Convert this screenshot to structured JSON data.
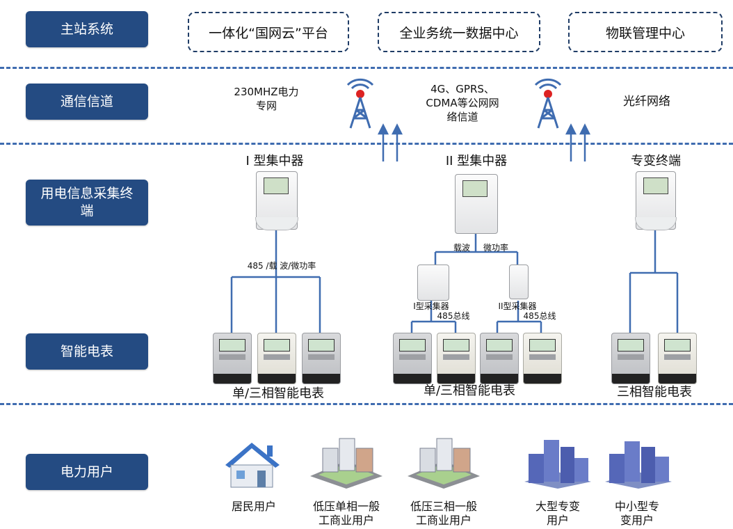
{
  "rows": {
    "master": "主站系统",
    "channel": "通信信道",
    "terminal": "用电信息采集终端",
    "meter": "智能电表",
    "users": "电力用户"
  },
  "master_items": [
    "一体化“国网云”平台",
    "全业务统一数据中心",
    "物联管理中心"
  ],
  "channel_items": {
    "private_net": "230MHZ电力\n专网",
    "public_net": "4G、GPRS、\nCDMA等公网网\n络信道",
    "fiber": "光纤网络"
  },
  "terminals": {
    "type1": "I 型集中器",
    "type2": "II 型集中器",
    "special": "专变终端"
  },
  "links": {
    "type1_link": "485 /载  波/微功率",
    "carrier": "载波",
    "micro_power": "微功率",
    "collector1": "I型采集器",
    "collector2": "II型采集器",
    "bus1": "485总线",
    "bus2": "485总线"
  },
  "meter_labels": {
    "group1": "单/三相智能电表",
    "group2": "单/三相智能电表",
    "group3": "三相智能电表"
  },
  "users": [
    "居民用户",
    "低压单相一般\n工商业用户",
    "低压三相一般\n工商业用户",
    "大型专变\n用户",
    "中小型专\n变用户"
  ],
  "colors": {
    "label_bg": "#244b82",
    "line": "#3f6cb0",
    "tower_red": "#d22"
  },
  "icons": [
    "tower-icon",
    "arrow-up-icon",
    "house-icon",
    "buildings-icon",
    "tall-buildings-icon"
  ]
}
